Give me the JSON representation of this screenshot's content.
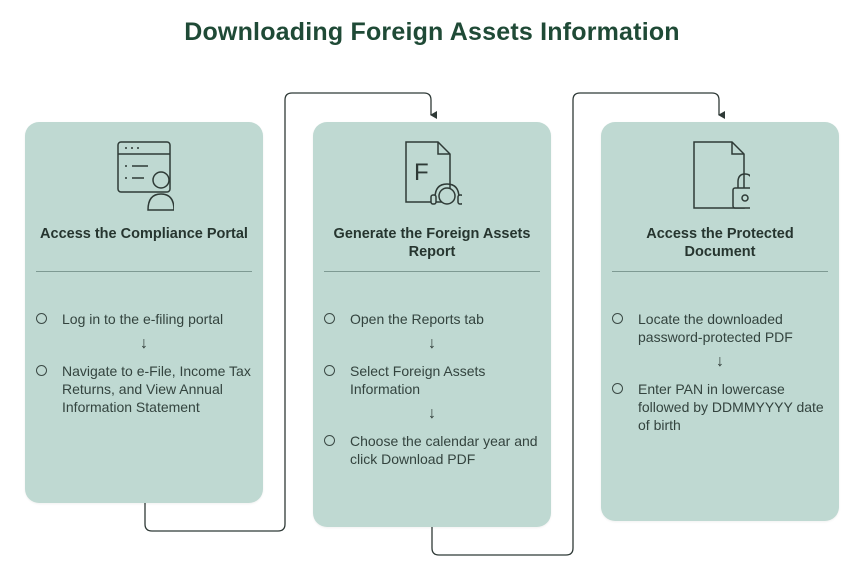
{
  "title": "Downloading Foreign Assets Information",
  "steps": [
    {
      "heading": "Access the Compliance Portal",
      "icon": "browser-user-icon",
      "items": [
        "Log in to the e-filing portal",
        "Navigate to e-File, Income Tax Returns, and View Annual Information Statement"
      ]
    },
    {
      "heading": "Generate the Foreign Assets Report",
      "icon": "document-support-icon",
      "items": [
        "Open the Reports tab",
        "Select Foreign Assets Information",
        "Choose the calendar year and click Download PDF"
      ]
    },
    {
      "heading": "Access the Protected Document",
      "icon": "locked-document-icon",
      "items": [
        "Locate the downloaded password-protected PDF",
        "Enter PAN in lowercase followed by DDMMYYYY date of birth"
      ]
    }
  ],
  "arrow_glyph": "↓",
  "icon_letter": "F",
  "colors": {
    "title": "#1f4a36",
    "card": "#bfd9d2",
    "connector": "#2f3a37"
  }
}
